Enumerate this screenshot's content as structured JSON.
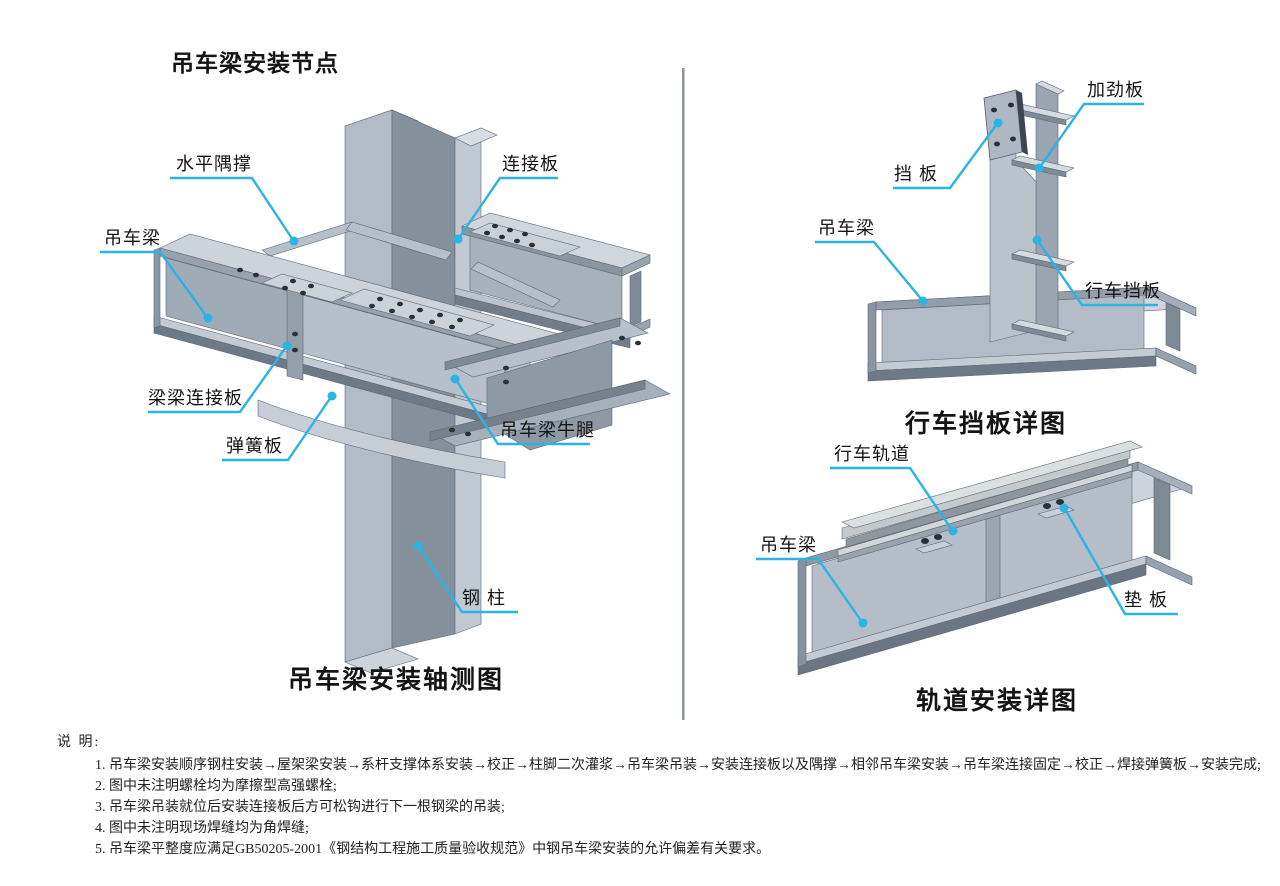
{
  "colors": {
    "leader": "#2ab4e2",
    "divider": "#8d939b",
    "steel_light": "#ccd3da",
    "steel_mid": "#b3bcc6",
    "steel_dark": "#7e8a98",
    "bolt": "#2b2f36"
  },
  "left_panel": {
    "title": "吊车梁安装节点",
    "caption": "吊车梁安装轴测图",
    "labels": {
      "horizontal_brace": "水平隅撑",
      "connection_plate": "连接板",
      "crane_beam": "吊车梁",
      "beam_beam_plate": "梁梁连接板",
      "spring_plate": "弹簧板",
      "corbel": "吊车梁牛腿",
      "steel_column": "钢  柱"
    }
  },
  "top_right_panel": {
    "caption": "行车挡板详图",
    "labels": {
      "stiffener_plate": "加劲板",
      "baffle_plate": "挡  板",
      "crane_beam": "吊车梁",
      "crane_baffle": "行车挡板"
    }
  },
  "bottom_right_panel": {
    "caption": "轨道安装详图",
    "labels": {
      "crane_rail": "行车轨道",
      "crane_beam": "吊车梁",
      "pad_plate": "垫  板"
    }
  },
  "notes": {
    "heading": "说 明:",
    "items": [
      "1. 吊车梁安装顺序钢柱安装→屋架梁安装→系杆支撑体系安装→校正→柱脚二次灌浆→吊车梁吊装→安装连接板以及隅撑→相邻吊车梁安装→吊车梁连接固定→校正→焊接弹簧板→安装完成;",
      "2. 图中未注明螺栓均为摩擦型高强螺栓;",
      "3. 吊车梁吊装就位后安装连接板后方可松钩进行下一根钢梁的吊装;",
      "4. 图中未注明现场焊缝均为角焊缝;",
      "5. 吊车梁平整度应满足GB50205-2001《钢结构工程施工质量验收规范》中钢吊车梁安装的允许偏差有关要求。"
    ]
  }
}
